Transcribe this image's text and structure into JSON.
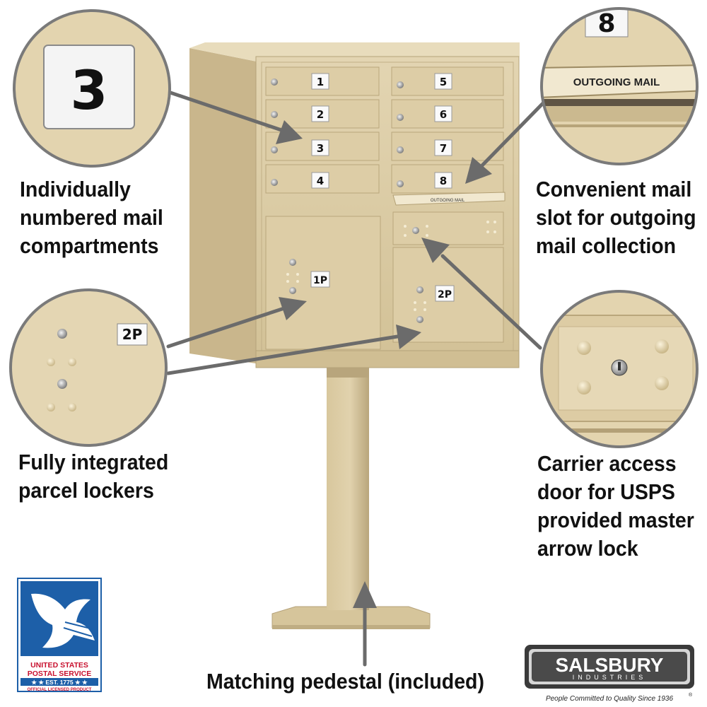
{
  "captions": {
    "compartments": [
      "Individually",
      "numbered mail",
      "compartments"
    ],
    "outgoing": [
      "Convenient mail",
      "slot for outgoing",
      "mail collection"
    ],
    "parcel": [
      "Fully integrated",
      "parcel lockers"
    ],
    "carrier": [
      "Carrier access",
      "door for USPS",
      "provided master",
      "arrow lock"
    ],
    "pedestal": "Matching pedestal (included)"
  },
  "mailbox": {
    "compartment_numbers": [
      "1",
      "2",
      "3",
      "4",
      "5",
      "6",
      "7",
      "8"
    ],
    "parcel_labels": [
      "1P",
      "2P"
    ],
    "outgoing_label": "OUTGOING MAIL"
  },
  "zoom": {
    "number_plate": "3",
    "top_right_number": "8",
    "outgoing_plate": "OUTGOING MAIL",
    "parcel_label": "2P"
  },
  "usps_logo": {
    "line1": "UNITED STATES",
    "line2": "POSTAL SERVICE",
    "line3": "★ ★ EST. 1775 ★ ★",
    "line4": "OFFICIAL LICENSED PRODUCT"
  },
  "salsbury_logo": {
    "name": "SALSBURY",
    "sub": "INDUSTRIES",
    "tagline": "People Committed to Quality Since 1936",
    "reg": "®"
  },
  "colors": {
    "metal": "#d9c9a3",
    "metal_dark": "#b8a57c",
    "zoom_bg": "#e2d3ae",
    "usps_blue": "#1d5fa8",
    "usps_red": "#c8102e"
  }
}
